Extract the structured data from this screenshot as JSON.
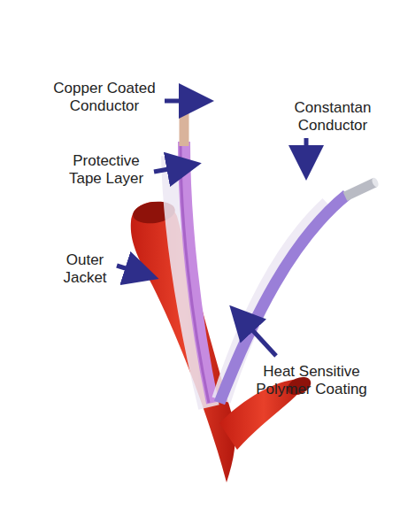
{
  "diagram": {
    "labels": [
      "Copper Coated Conductor",
      "Constantan Conductor",
      "Protective Tape Layer",
      "Outer Jacket",
      "Heat Sensitive Polymer Coating"
    ]
  }
}
